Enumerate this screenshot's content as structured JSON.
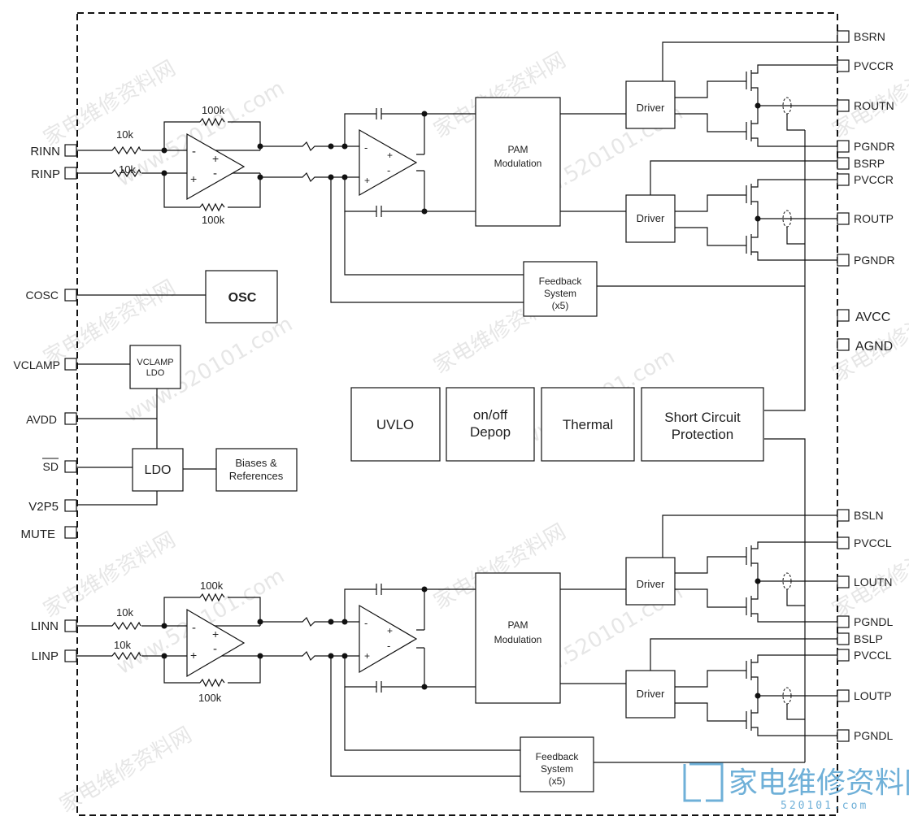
{
  "pins_left": {
    "rinn": "RINN",
    "rinp": "RINP",
    "cosc": "COSC",
    "vclamp": "VCLAMP",
    "avdd": "AVDD",
    "sd": "SD",
    "v2p5": "V2P5",
    "mute": "MUTE",
    "linn": "LINN",
    "linp": "LINP"
  },
  "pins_right": {
    "bsrn": "BSRN",
    "pvccr1": "PVCCR",
    "routn": "ROUTN",
    "pgndr1": "PGNDR",
    "bsrp": "BSRP",
    "pvccr2": "PVCCR",
    "routp": "ROUTP",
    "pgndr2": "PGNDR",
    "avcc": "AVCC",
    "agnd": "AGND",
    "bsln": "BSLN",
    "pvccl1": "PVCCL",
    "loutn": "LOUTN",
    "pgndl1": "PGNDL",
    "bslp": "BSLP",
    "pvccl2": "PVCCL",
    "loutp": "LOUTP",
    "pgndl2": "PGNDL"
  },
  "resistors": {
    "r100k": "100k",
    "r10k": "10k"
  },
  "blocks": {
    "pam_line1": "PAM",
    "pam_line2": "Modulation",
    "driver": "Driver",
    "feedback_line1": "Feedback",
    "feedback_line2": "System",
    "feedback_line3": "(x5)",
    "osc": "OSC",
    "vclamp_ldo_line1": "VCLAMP",
    "vclamp_ldo_line2": "LDO",
    "ldo": "LDO",
    "biases_line1": "Biases &",
    "biases_line2": "References",
    "uvlo": "UVLO",
    "depop_line1": "on/off",
    "depop_line2": "Depop",
    "thermal": "Thermal",
    "short_line1": "Short Circuit",
    "short_line2": "Protection"
  },
  "opamp_signs": {
    "plus": "+",
    "minus": "-"
  },
  "watermark": {
    "text": "家电维修资料网",
    "url_text": "www.520101.com",
    "logo_text": "家电维修资料网",
    "logo_url": "520101.com"
  }
}
